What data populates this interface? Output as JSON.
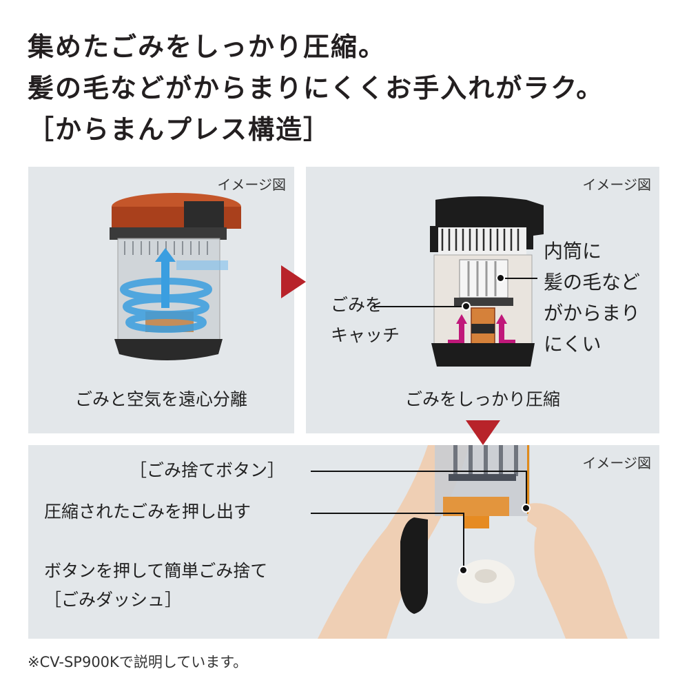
{
  "headline": {
    "line1": "集めたごみをしっかり圧縮。",
    "line2": "髪の毛などがからまりにくくお手入れがラク。",
    "line3": "［からまんプレス構造］"
  },
  "panels": [
    {
      "image_note": "イメージ図",
      "caption": "ごみと空気を遠心分離"
    },
    {
      "image_note": "イメージ図",
      "caption": "ごみをしっかり圧縮",
      "callout_left": [
        "ごみを",
        "キャッチ"
      ],
      "callout_right": [
        "内筒に",
        "髪の毛など",
        "がからまり",
        "にくい"
      ]
    },
    {
      "image_note": "イメージ図",
      "label_button": "［ごみ捨てボタン］",
      "label_push": "圧縮されたごみを押し出す",
      "label_dash_line1": "ボタンを押して簡単ごみ捨て",
      "label_dash_line2": "［ごみダッシュ］"
    }
  ],
  "footnote": "※CV-SP900Kで説明しています。",
  "colors": {
    "panel_bg": "#e3e7ea",
    "arrow_red": "#b8232a",
    "canister_copper": "#b5461f",
    "airflow_blue": "#3a9ee0",
    "compress_magenta": "#c0187a",
    "dust_orange": "#e88a1a"
  }
}
